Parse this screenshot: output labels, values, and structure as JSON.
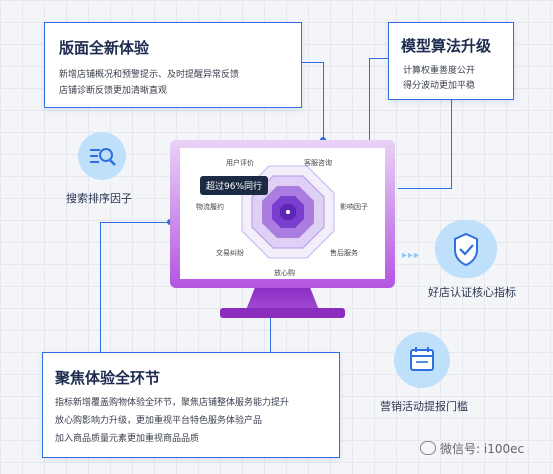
{
  "cards": {
    "top_left": {
      "title": "版面全新体验",
      "lines": [
        "新增店铺概况和预警提示、及时提醒异常反馈",
        "店铺诊断反馈更加清晰直观"
      ]
    },
    "top_right": {
      "title": "模型算法升级",
      "lines": [
        "计算权重善度公开",
        "得分波动更加平稳"
      ]
    },
    "bottom_left": {
      "title": "聚焦体验全环节",
      "lines": [
        "指标新增覆盖购物体验全环节，聚焦店铺整体服务能力提升",
        "放心购影响力升级，更加重视平台特色服务体验产品",
        "加入商品质量元素更加重视商品品质"
      ]
    }
  },
  "features": {
    "search": "搜索排序因子",
    "shop_cert": "好店认证核心指标",
    "marketing": "营销活动提报门槛"
  },
  "screen": {
    "badge": "超过96%同行",
    "radar_labels": [
      "用户评价",
      "客服咨询",
      "影响因子",
      "售后服务",
      "放心购",
      "交易纠纷",
      "物流履约"
    ]
  },
  "watermark": "微信号: i100ec",
  "icons": [
    "search-icon",
    "cloud-shield-icon",
    "calendar-icon",
    "wechat-icon"
  ],
  "colors": {
    "accent": "#2f6fe0",
    "purple": "#a24ad4",
    "bubble": "#bfe0fb"
  }
}
